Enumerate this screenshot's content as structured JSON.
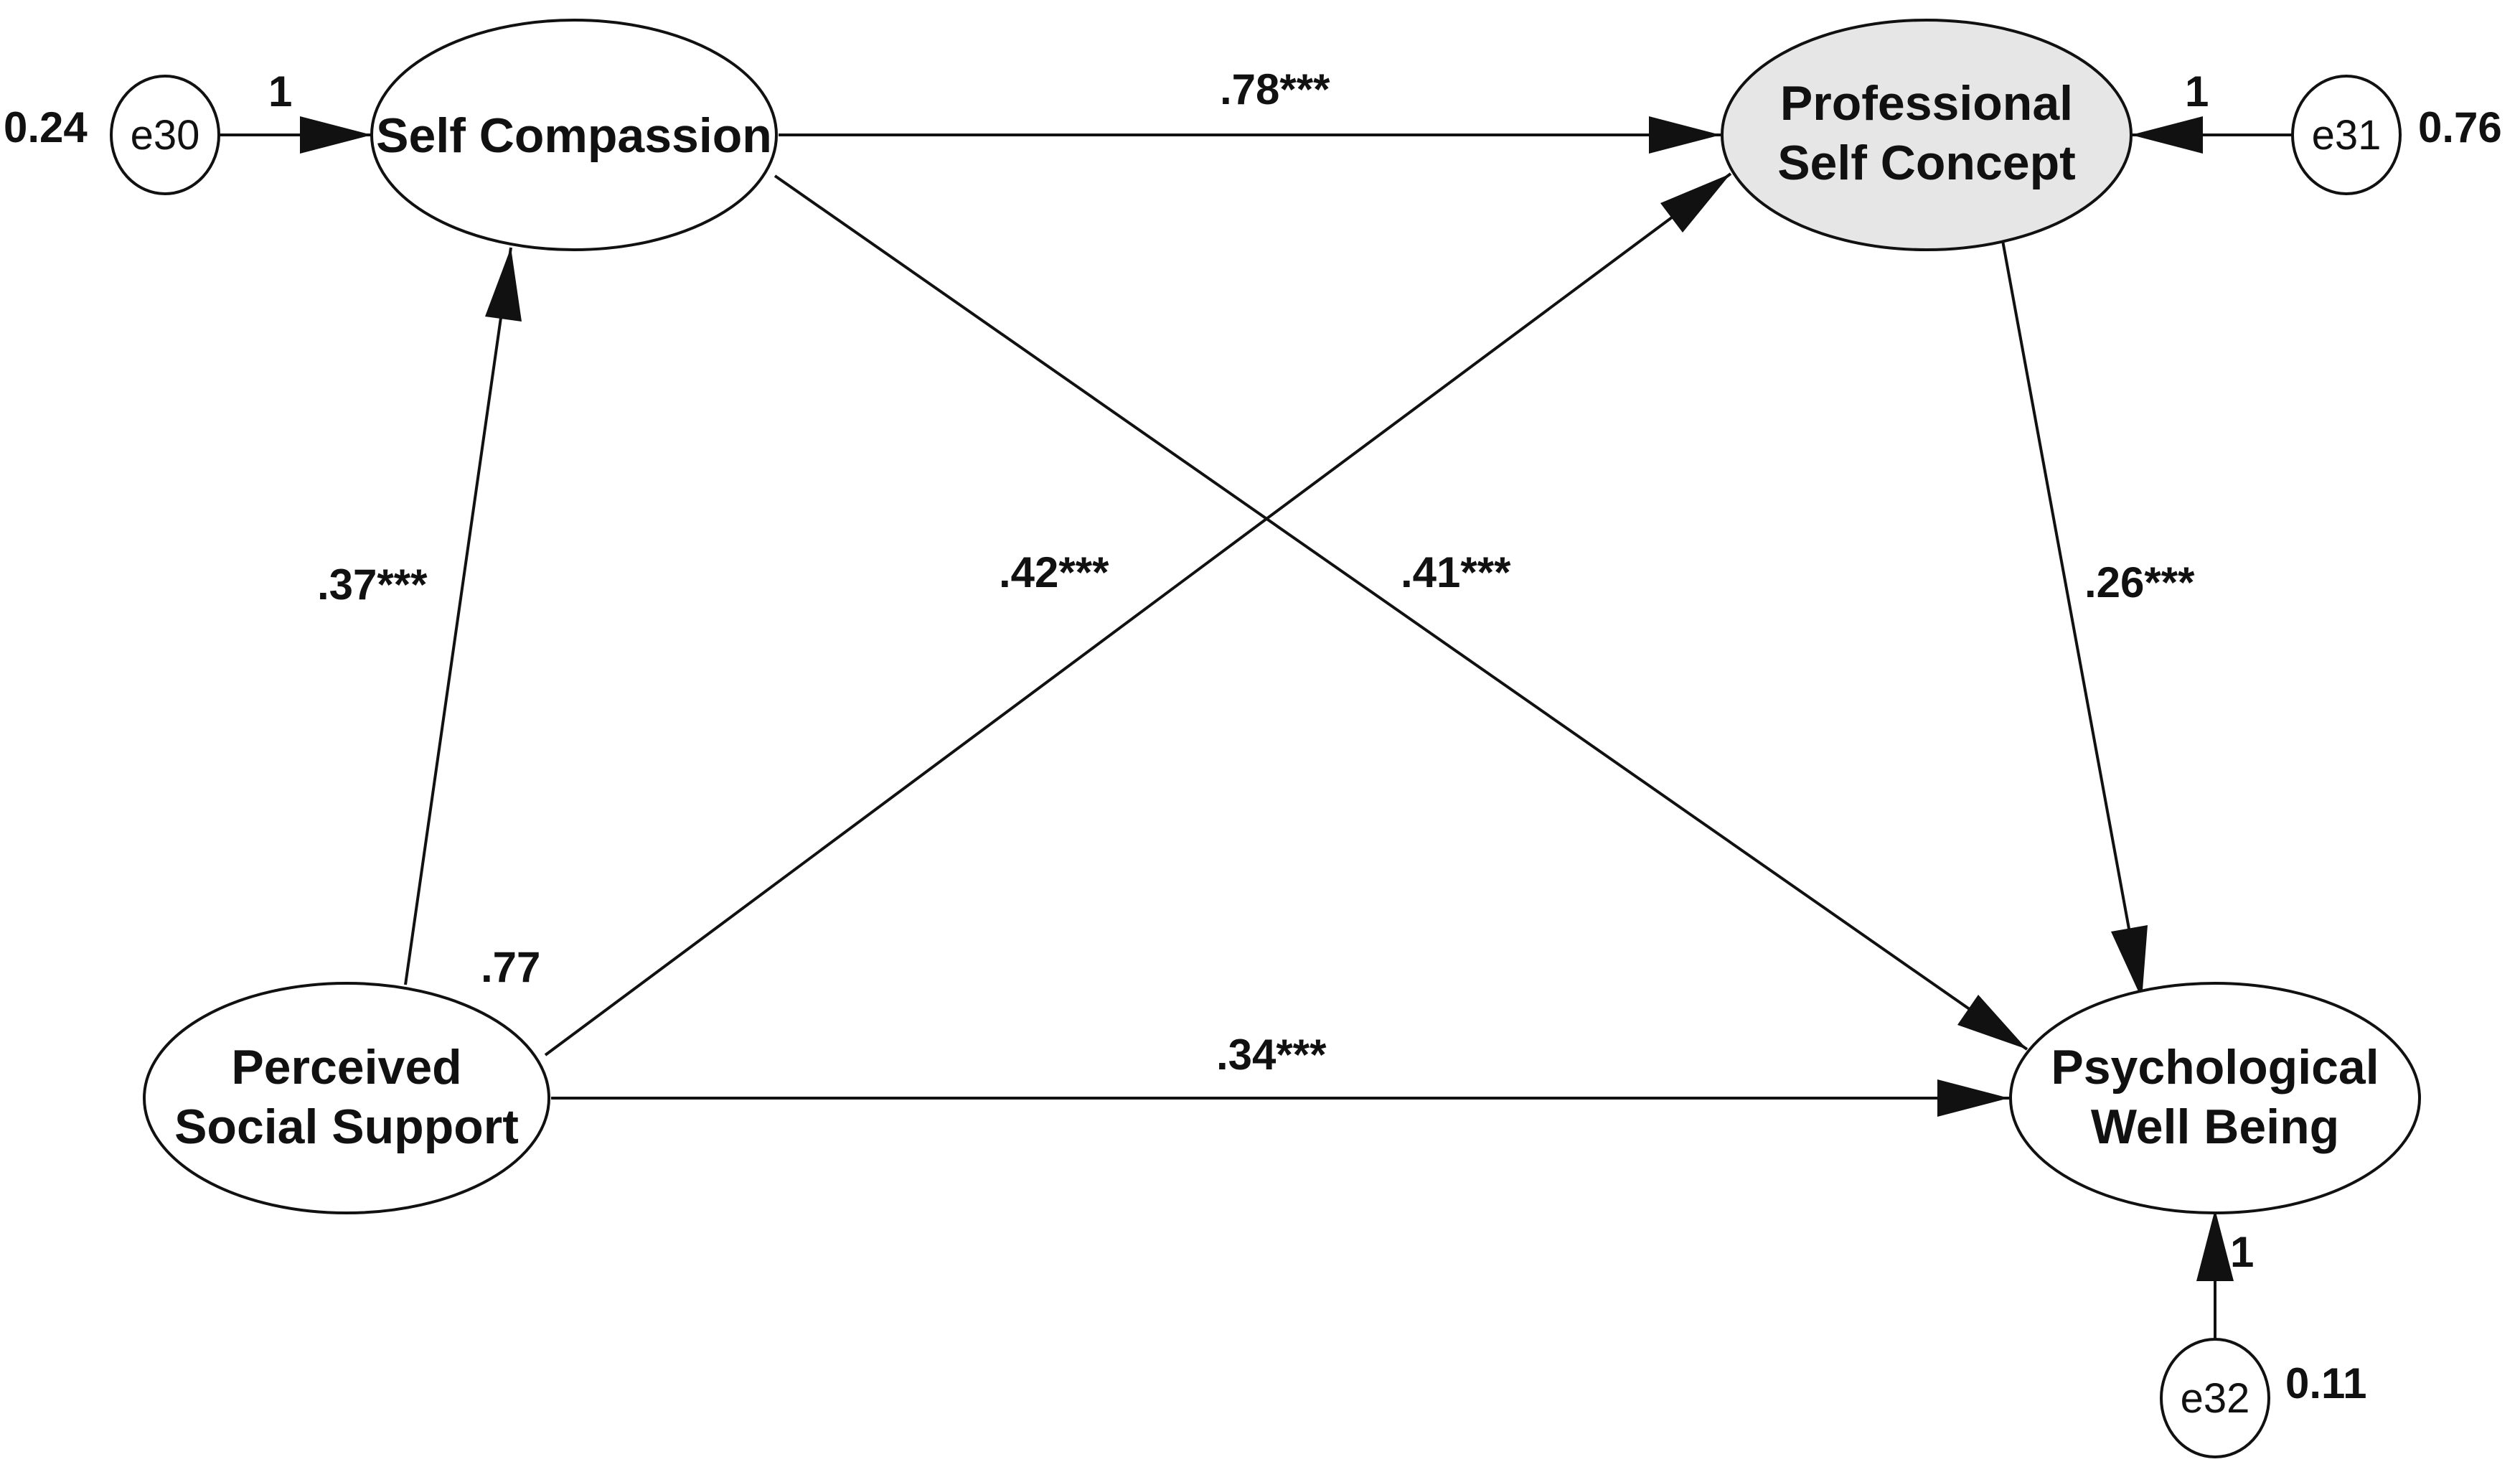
{
  "diagram": {
    "latent_variables": {
      "self_compassion": {
        "line1": "Self Compassion"
      },
      "professional_self_concept": {
        "line1": "Professional",
        "line2": "Self Concept"
      },
      "perceived_social_support": {
        "line1": "Perceived",
        "line2": "Social Support"
      },
      "psychological_well_being": {
        "line1": "Psychological",
        "line2": "Well Being"
      }
    },
    "error_terms": {
      "e30": {
        "name": "e30",
        "variance": "0.24",
        "loading": "1"
      },
      "e31": {
        "name": "e31",
        "variance": "0.76",
        "loading": "1"
      },
      "e32": {
        "name": "e32",
        "variance": "0.11",
        "loading": "1"
      }
    },
    "paths": {
      "sc_to_psc": ".78***",
      "pss_to_sc": ".37***",
      "pss_to_psc": ".42***",
      "sc_to_pwb": ".41***",
      "psc_to_pwb": ".26***",
      "pss_to_pwb": ".34***"
    },
    "pss_r_squared": ".77",
    "colors": {
      "shaded_node_fill": "#e6e6e6",
      "node_fill": "#ffffff",
      "stroke": "#111111"
    }
  }
}
